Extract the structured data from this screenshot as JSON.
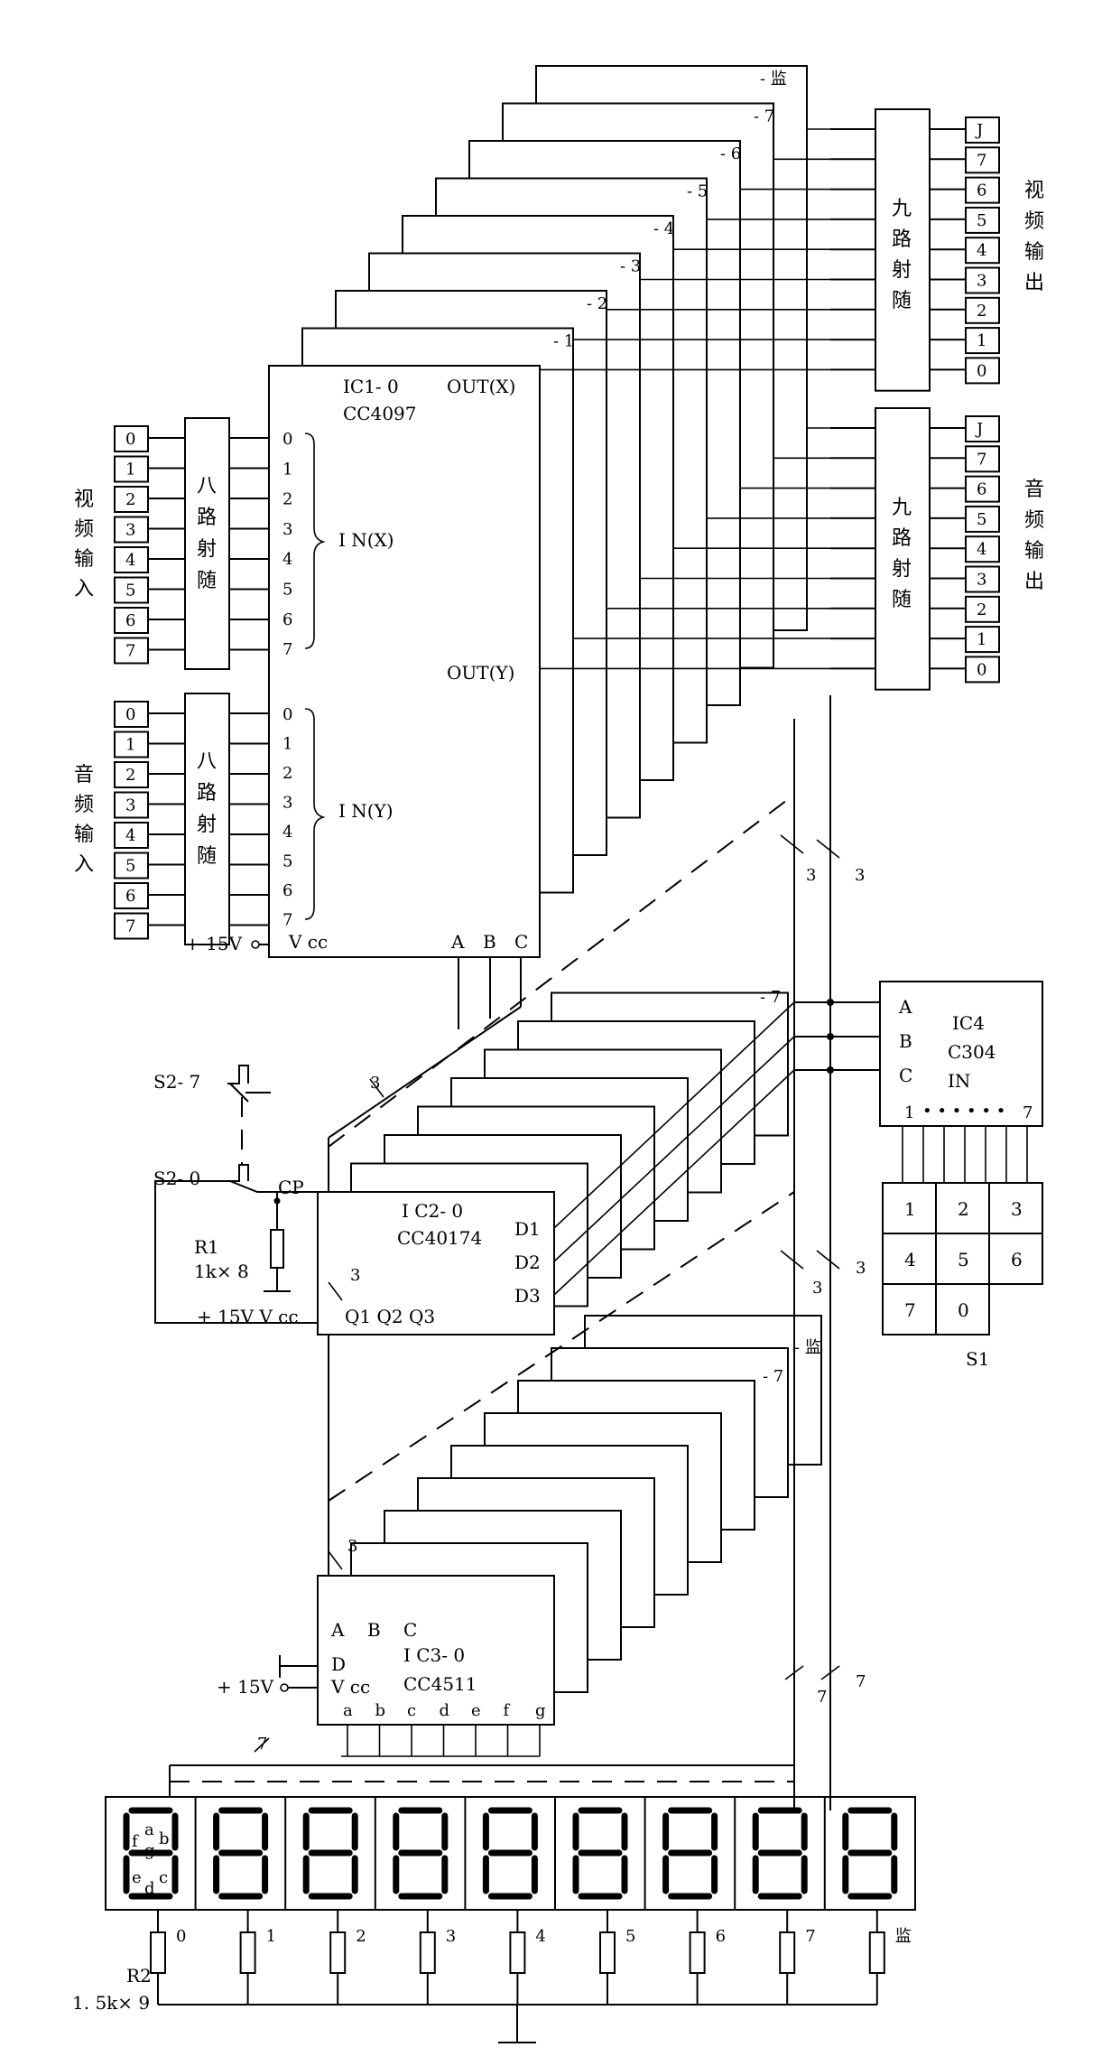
{
  "ic1": {
    "ref": "IC1- 0",
    "part": "CC4097",
    "out_x": "OUT(X)",
    "out_y": "OUT(Y)",
    "in_x": "I N(X)",
    "in_y": "I N(Y)",
    "vcc": "V cc",
    "a": "A",
    "b": "B",
    "c": "C",
    "pins": [
      "0",
      "1",
      "2",
      "3",
      "4",
      "5",
      "6",
      "7"
    ]
  },
  "ic2": {
    "ref": "I C2- 0",
    "part": "CC40174",
    "d1": "D1",
    "d2": "D2",
    "d3": "D3",
    "q": "Q1  Q2  Q3",
    "cp": "CP",
    "vcc": "+ 15V  V cc"
  },
  "ic3": {
    "ref": "I C3- 0",
    "part": "CC4511",
    "a": "A",
    "b": "B",
    "c": "C",
    "d": "D",
    "vcc": "V cc",
    "outs": [
      "a",
      "b",
      "c",
      "d",
      "e",
      "f",
      "g"
    ]
  },
  "ic4": {
    "a": "A",
    "b": "B",
    "c": "C",
    "ref": "IC4",
    "part": "C304",
    "in": "IN",
    "range_start": "1",
    "dots": "• • • • • •",
    "range_end": "7"
  },
  "video_input": {
    "title": [
      "视",
      "频",
      "输",
      "入"
    ],
    "buffer": [
      "八",
      "路",
      "射",
      "随"
    ],
    "ports": [
      "0",
      "1",
      "2",
      "3",
      "4",
      "5",
      "6",
      "7"
    ]
  },
  "audio_input": {
    "title": [
      "音",
      "频",
      "输",
      "入"
    ],
    "buffer": [
      "八",
      "路",
      "射",
      "随"
    ],
    "ports": [
      "0",
      "1",
      "2",
      "3",
      "4",
      "5",
      "6",
      "7"
    ]
  },
  "video_output": {
    "title": [
      "视",
      "频",
      "输",
      "出"
    ],
    "buffer": [
      "九",
      "路",
      "射",
      "随"
    ],
    "ports": [
      "J",
      "7",
      "6",
      "5",
      "4",
      "3",
      "2",
      "1",
      "0"
    ]
  },
  "audio_output": {
    "title": [
      "音",
      "频",
      "输",
      "出"
    ],
    "buffer": [
      "九",
      "路",
      "射",
      "随"
    ],
    "ports": [
      "J",
      "7",
      "6",
      "5",
      "4",
      "3",
      "2",
      "1",
      "0"
    ]
  },
  "stack_labels": [
    "- 1",
    "- 2",
    "- 3",
    "- 4",
    "- 5",
    "- 6",
    "- 7",
    "- 监"
  ],
  "ic2_stack_label": "- 7",
  "ic3_stack_labels": [
    "- 7",
    "- 监"
  ],
  "bus_counts": {
    "three": "3",
    "seven": "7"
  },
  "power": "+ 15V",
  "switches": {
    "s2_7": "S2- 7",
    "s2_0": "S2- 0"
  },
  "r1": {
    "ref": "R1",
    "value": "1k× 8"
  },
  "r2": {
    "ref": "R2",
    "value": "1. 5k× 9"
  },
  "keypad": {
    "keys": [
      "1",
      "2",
      "3",
      "4",
      "5",
      "6",
      "7",
      "0"
    ],
    "name": "S1"
  },
  "display": {
    "segment_letters": [
      "a",
      "b",
      "f",
      "g",
      "e",
      "c",
      "d"
    ],
    "digit_labels": [
      "0",
      "1",
      "2",
      "3",
      "4",
      "5",
      "6",
      "7",
      "监"
    ]
  }
}
